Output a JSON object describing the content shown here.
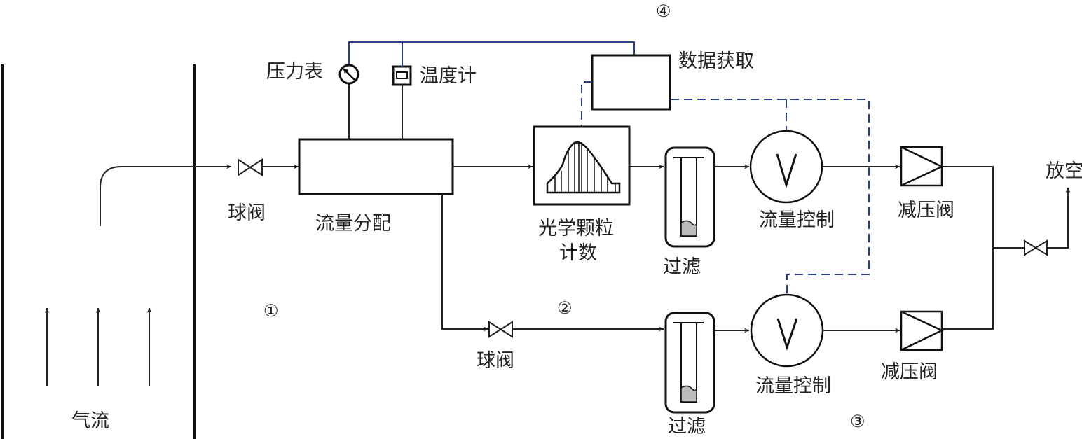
{
  "labels": {
    "pressure_gauge": "压力表",
    "thermometer": "温度计",
    "data_acquisition": "数据获取",
    "ball_valve_1": "球阀",
    "flow_distribution": "流量分配",
    "optical_counter_line1": "光学颗粒",
    "optical_counter_line2": "计数",
    "filter_1": "过滤",
    "flow_control_1": "流量控制",
    "reducing_valve_1": "减压阀",
    "vent": "放空",
    "ball_valve_2": "球阀",
    "filter_2": "过滤",
    "flow_control_2": "流量控制",
    "reducing_valve_2": "减压阀",
    "airflow": "气流"
  },
  "markers": {
    "m1": "①",
    "m2": "②",
    "m3": "③",
    "m4": "④"
  },
  "colors": {
    "line": "#222222",
    "signal": "#2b3f8c",
    "filter_fill": "#bdbdbd"
  }
}
